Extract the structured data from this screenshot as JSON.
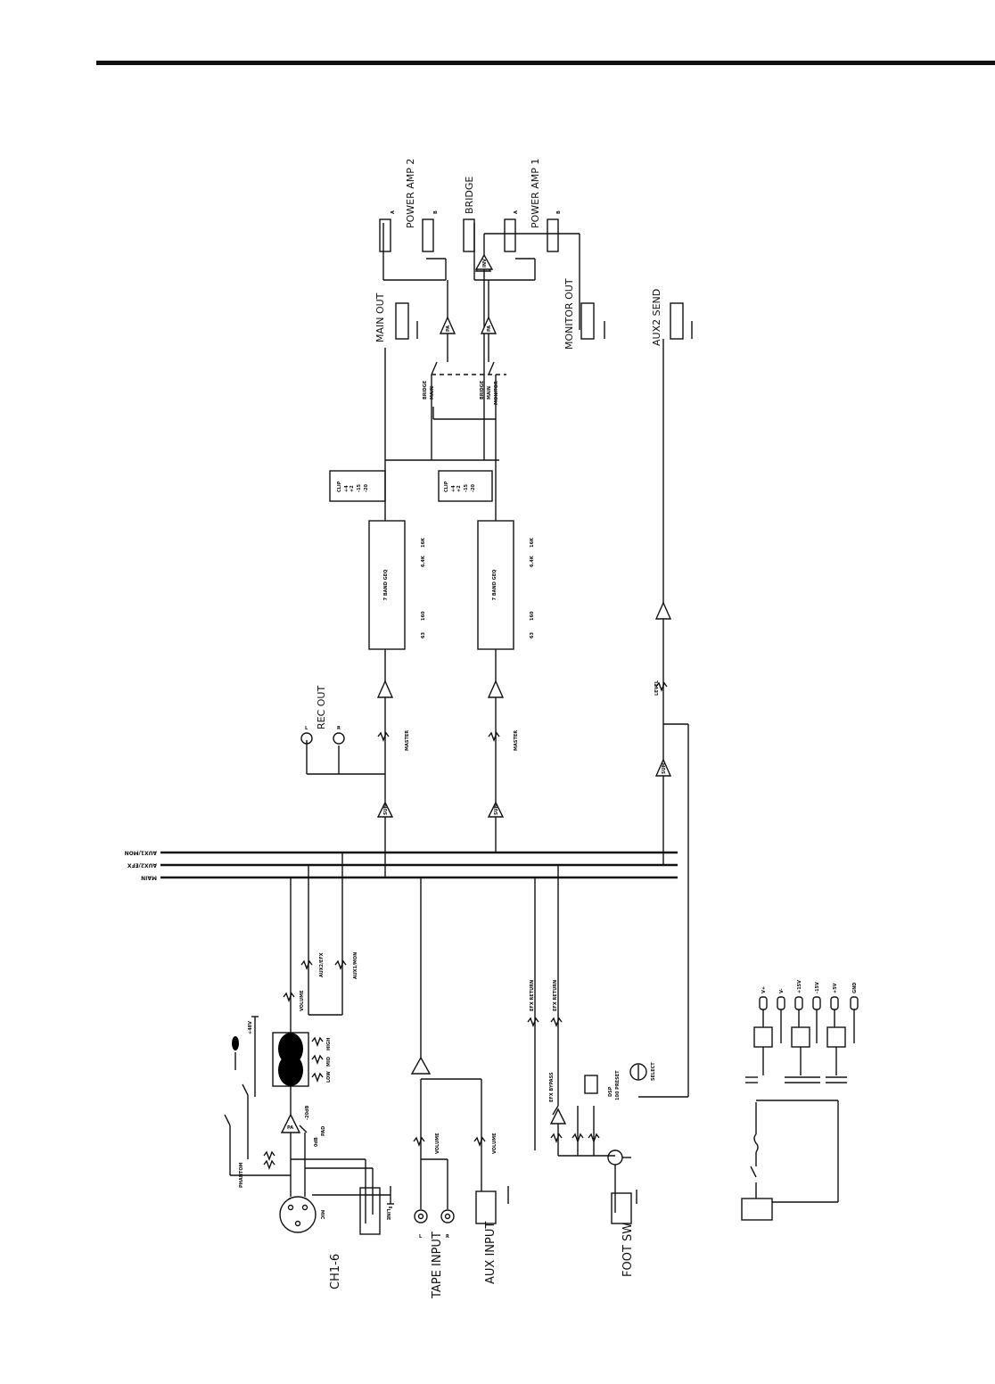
{
  "sections": {
    "ch1_6": "CH1-6",
    "tape_input": "TAPE INPUT",
    "aux_input": "AUX INPUT",
    "foot_sw": "FOOT SW",
    "main_out": "MAIN OUT",
    "monitor_out": "MONITOR OUT",
    "aux2_send": "AUX2 SEND",
    "rec_out": "REC OUT",
    "power_amp_2": "POWER AMP 2",
    "power_amp_1": "POWER AMP 1",
    "bridge": "BRIDGE"
  },
  "buses": {
    "aux1_mon": "AUX1/MON",
    "aux2_efx": "AUX2/EFX",
    "main": "MAIN"
  },
  "controls": {
    "volume": "VOLUME",
    "aux2_efx": "AUX2/EFX",
    "aux1_mon": "AUX1/MON",
    "high": "HIGH",
    "mid": "MID",
    "low": "LOW",
    "plus48v": "+48V",
    "phantom": "PHANTOM",
    "pad_0db": "0dB",
    "pad_20db": "-20dB",
    "pad": "PAD",
    "mic": "MIC",
    "line": "LINE",
    "efx_return": "EFX RETURN",
    "efx_bypass": "EFX BYPASS",
    "dsp_line1": "DSP",
    "dsp_line2": "100 PRESET",
    "select": "SELECT",
    "master": "MASTER",
    "level": "LEVEL",
    "geq": "7 BAND GEQ",
    "geq_63": "63",
    "geq_160": "160",
    "geq_6k4": "6.4K",
    "geq_16k": "16K",
    "l": "L",
    "r": "R",
    "a": "A",
    "b": "B",
    "pa": "PA",
    "sum": "SUM",
    "inv": "INV"
  },
  "meter": [
    "CLIP",
    "+4",
    "+2",
    "-15",
    "-20"
  ],
  "switch_labels": [
    "BRIDGE",
    "MAIN",
    "MONITOR"
  ],
  "power_rails": [
    "V+",
    "V-",
    "+15V",
    "-15V",
    "+5V",
    "GND"
  ]
}
